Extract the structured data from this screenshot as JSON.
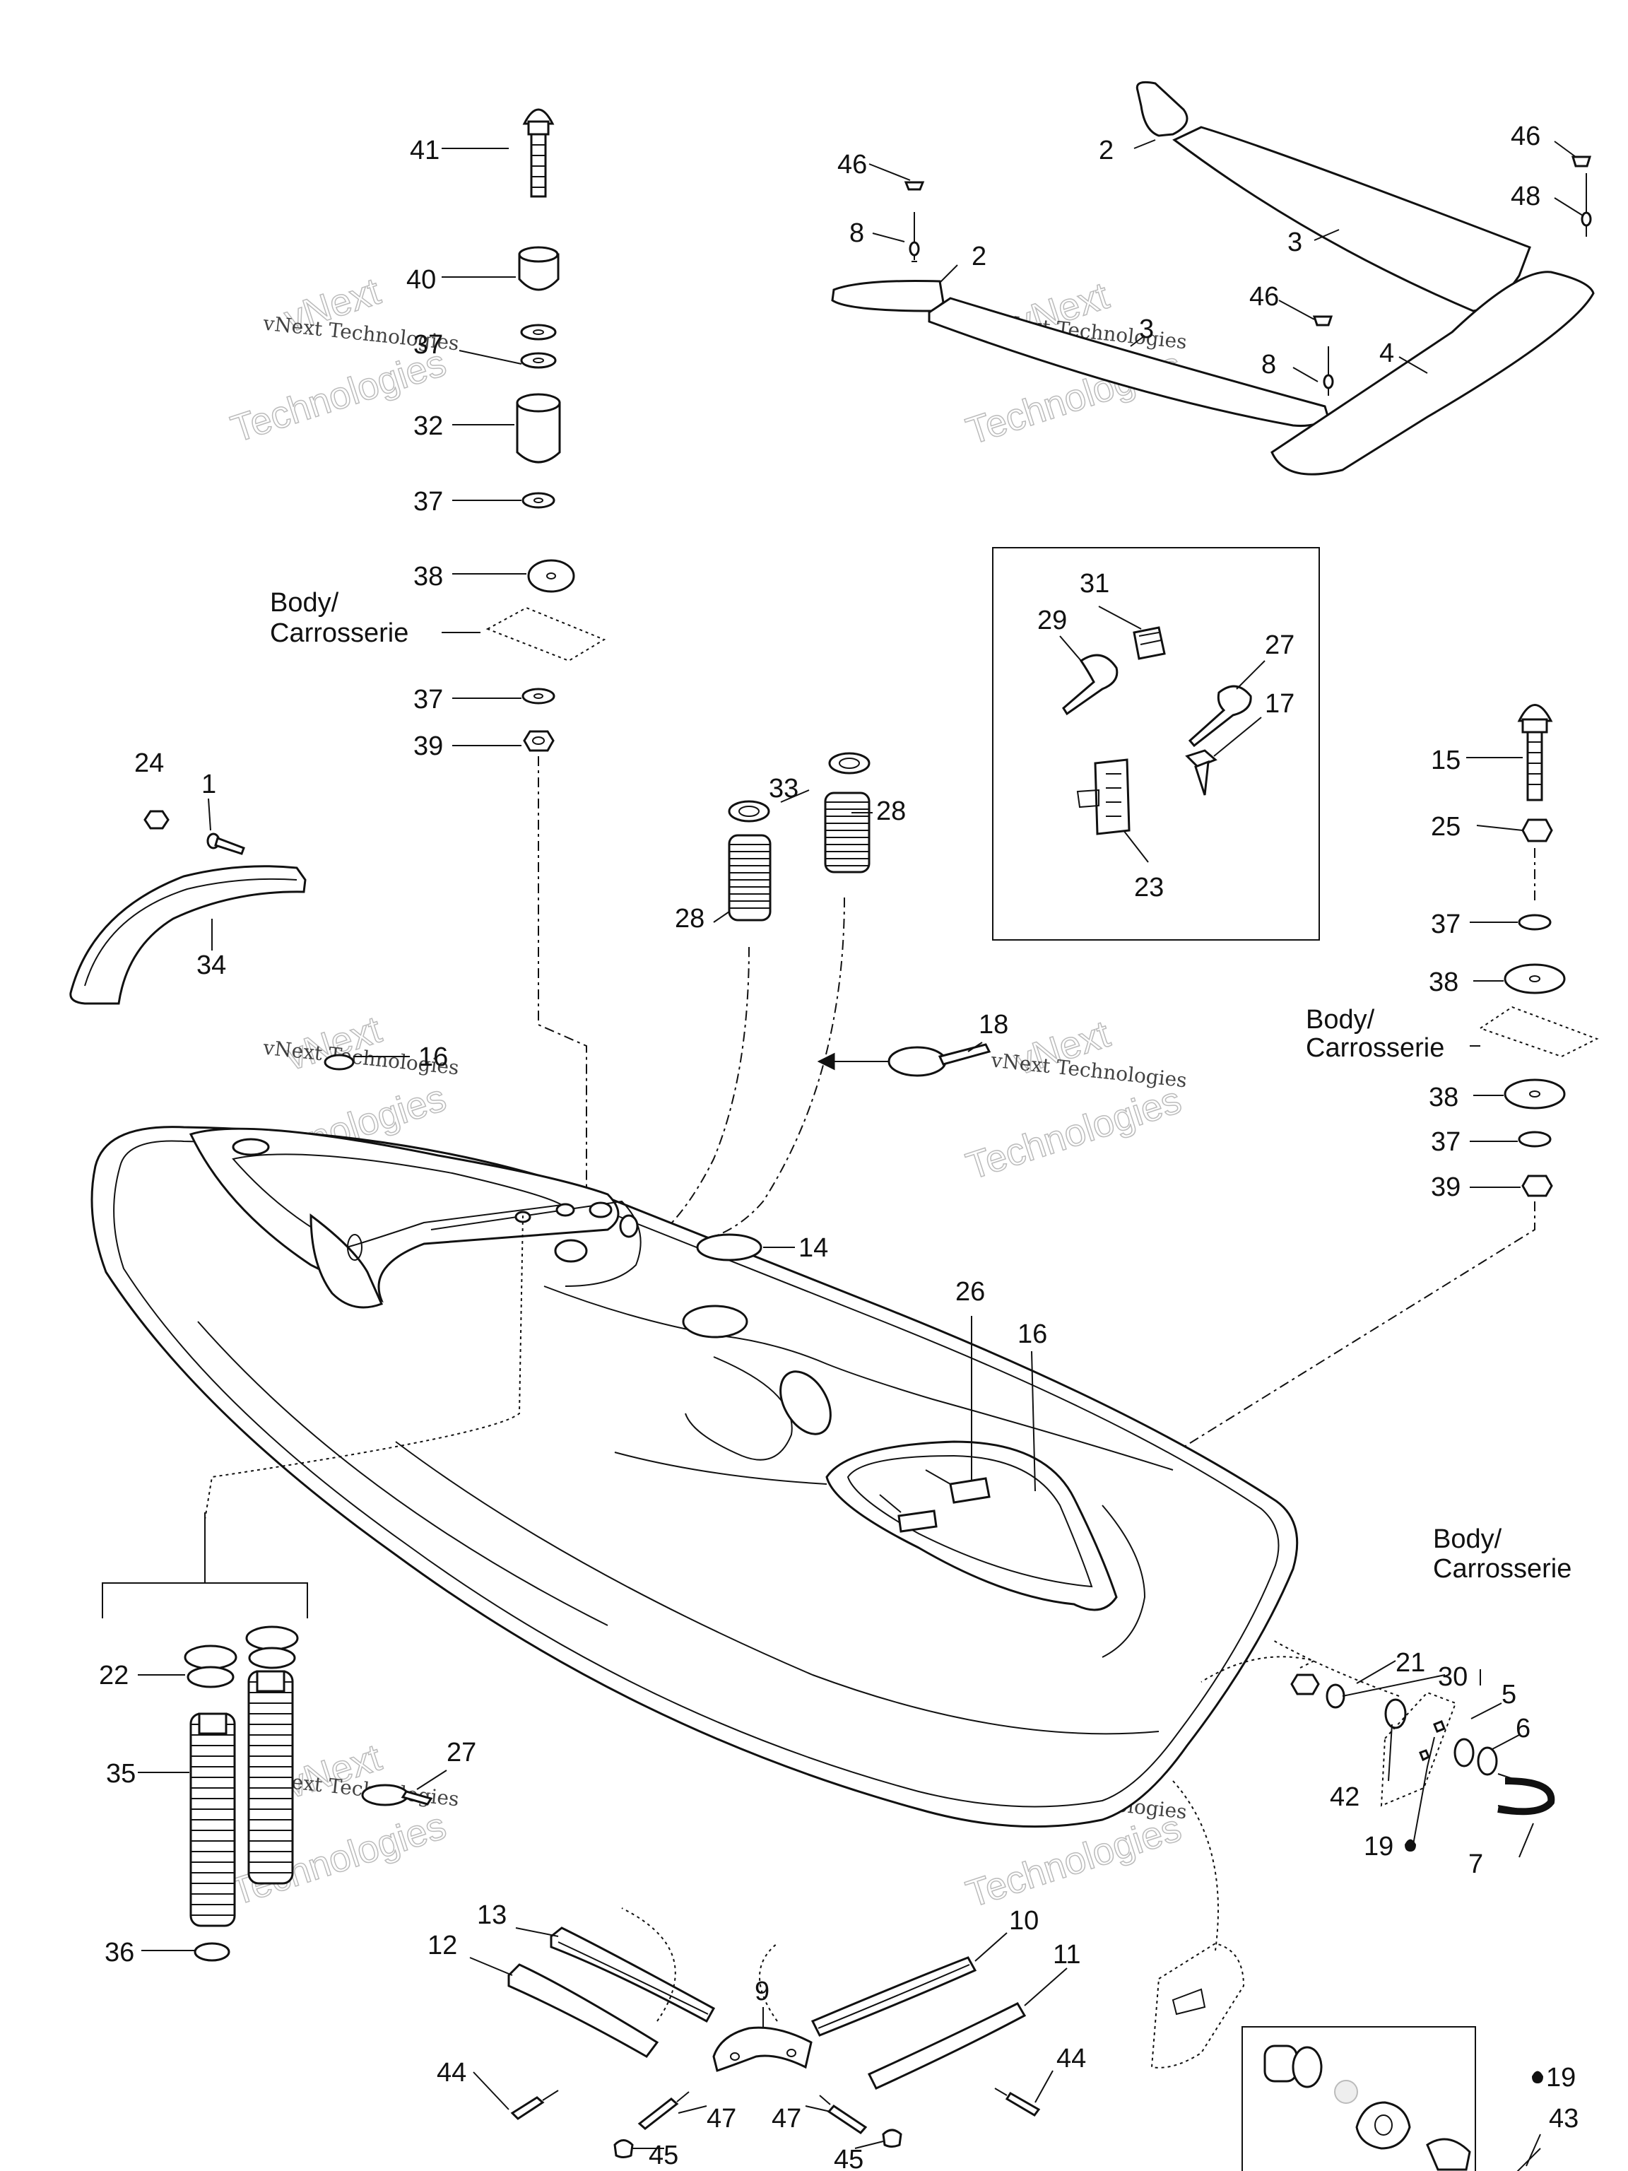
{
  "callouts": [
    {
      "id": "c41",
      "text": "41"
    },
    {
      "id": "c40",
      "text": "40"
    },
    {
      "id": "c37a",
      "text": "37"
    },
    {
      "id": "c32",
      "text": "32"
    },
    {
      "id": "c37b",
      "text": "37"
    },
    {
      "id": "c38a",
      "text": "38"
    },
    {
      "id": "c37c",
      "text": "37"
    },
    {
      "id": "c39a",
      "text": "39"
    },
    {
      "id": "c24",
      "text": "24"
    },
    {
      "id": "c1",
      "text": "1"
    },
    {
      "id": "c34",
      "text": "34"
    },
    {
      "id": "c16a",
      "text": "16"
    },
    {
      "id": "c33",
      "text": "33"
    },
    {
      "id": "c28a",
      "text": "28"
    },
    {
      "id": "c28b",
      "text": "28"
    },
    {
      "id": "c18",
      "text": "18"
    },
    {
      "id": "c14",
      "text": "14"
    },
    {
      "id": "c26",
      "text": "26"
    },
    {
      "id": "c16b",
      "text": "16"
    },
    {
      "id": "c46a",
      "text": "46"
    },
    {
      "id": "c8a",
      "text": "8"
    },
    {
      "id": "c2a",
      "text": "2"
    },
    {
      "id": "c2b",
      "text": "2"
    },
    {
      "id": "c3a",
      "text": "3"
    },
    {
      "id": "c3b",
      "text": "3"
    },
    {
      "id": "c46b",
      "text": "46"
    },
    {
      "id": "c48",
      "text": "48"
    },
    {
      "id": "c46c",
      "text": "46"
    },
    {
      "id": "c8b",
      "text": "8"
    },
    {
      "id": "c4",
      "text": "4"
    },
    {
      "id": "c31",
      "text": "31"
    },
    {
      "id": "c29",
      "text": "29"
    },
    {
      "id": "c27a",
      "text": "27"
    },
    {
      "id": "c17",
      "text": "17"
    },
    {
      "id": "c23",
      "text": "23"
    },
    {
      "id": "c15",
      "text": "15"
    },
    {
      "id": "c25",
      "text": "25"
    },
    {
      "id": "c37d",
      "text": "37"
    },
    {
      "id": "c38b",
      "text": "38"
    },
    {
      "id": "c38c",
      "text": "38"
    },
    {
      "id": "c37e",
      "text": "37"
    },
    {
      "id": "c39b",
      "text": "39"
    },
    {
      "id": "c21",
      "text": "21"
    },
    {
      "id": "c30",
      "text": "30"
    },
    {
      "id": "c5",
      "text": "5"
    },
    {
      "id": "c6",
      "text": "6"
    },
    {
      "id": "c42",
      "text": "42"
    },
    {
      "id": "c19a",
      "text": "19"
    },
    {
      "id": "c7",
      "text": "7"
    },
    {
      "id": "c22",
      "text": "22"
    },
    {
      "id": "c35",
      "text": "35"
    },
    {
      "id": "c27b",
      "text": "27"
    },
    {
      "id": "c36",
      "text": "36"
    },
    {
      "id": "c13",
      "text": "13"
    },
    {
      "id": "c12",
      "text": "12"
    },
    {
      "id": "c10",
      "text": "10"
    },
    {
      "id": "c11",
      "text": "11"
    },
    {
      "id": "c9",
      "text": "9"
    },
    {
      "id": "c44a",
      "text": "44"
    },
    {
      "id": "c44b",
      "text": "44"
    },
    {
      "id": "c47a",
      "text": "47"
    },
    {
      "id": "c47b",
      "text": "47"
    },
    {
      "id": "c45a",
      "text": "45"
    },
    {
      "id": "c45b",
      "text": "45"
    },
    {
      "id": "c19b",
      "text": "19"
    },
    {
      "id": "c43",
      "text": "43"
    }
  ],
  "body_labels": [
    {
      "id": "b1",
      "line1": "Body/",
      "line2": "Carrosserie"
    },
    {
      "id": "b2",
      "line1": "Body/",
      "line2": "Carrosserie"
    },
    {
      "id": "b3",
      "line1": "Body/",
      "line2": "Carrosserie"
    }
  ],
  "watermark": {
    "line1": "vNext Technologies",
    "line2": "vNext",
    "line3": "Technologies"
  }
}
